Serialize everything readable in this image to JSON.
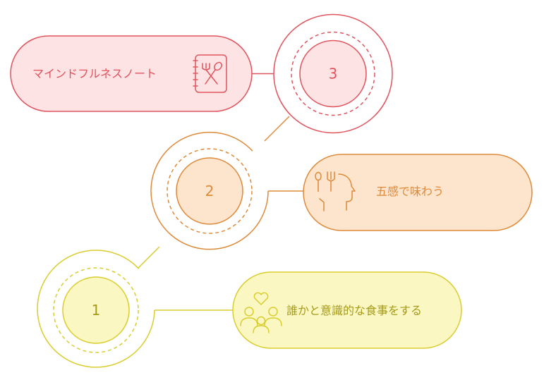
{
  "colors": {
    "red_stroke": "#e0545e",
    "red_fill": "#fde3e4",
    "orange_stroke": "#dd8a3a",
    "orange_fill": "#fde4cc",
    "yellow_stroke": "#d9cd2e",
    "yellow_fill": "#fbf7c2",
    "yellow_text": "#a49a18"
  },
  "steps": [
    {
      "number": "1",
      "label": "誰かと意識的な食事をする",
      "icon": "people-heart-icon"
    },
    {
      "number": "2",
      "label": "五感で味わう",
      "icon": "senses-food-icon"
    },
    {
      "number": "3",
      "label": "マインドフルネスノート",
      "icon": "notebook-food-icon"
    }
  ]
}
